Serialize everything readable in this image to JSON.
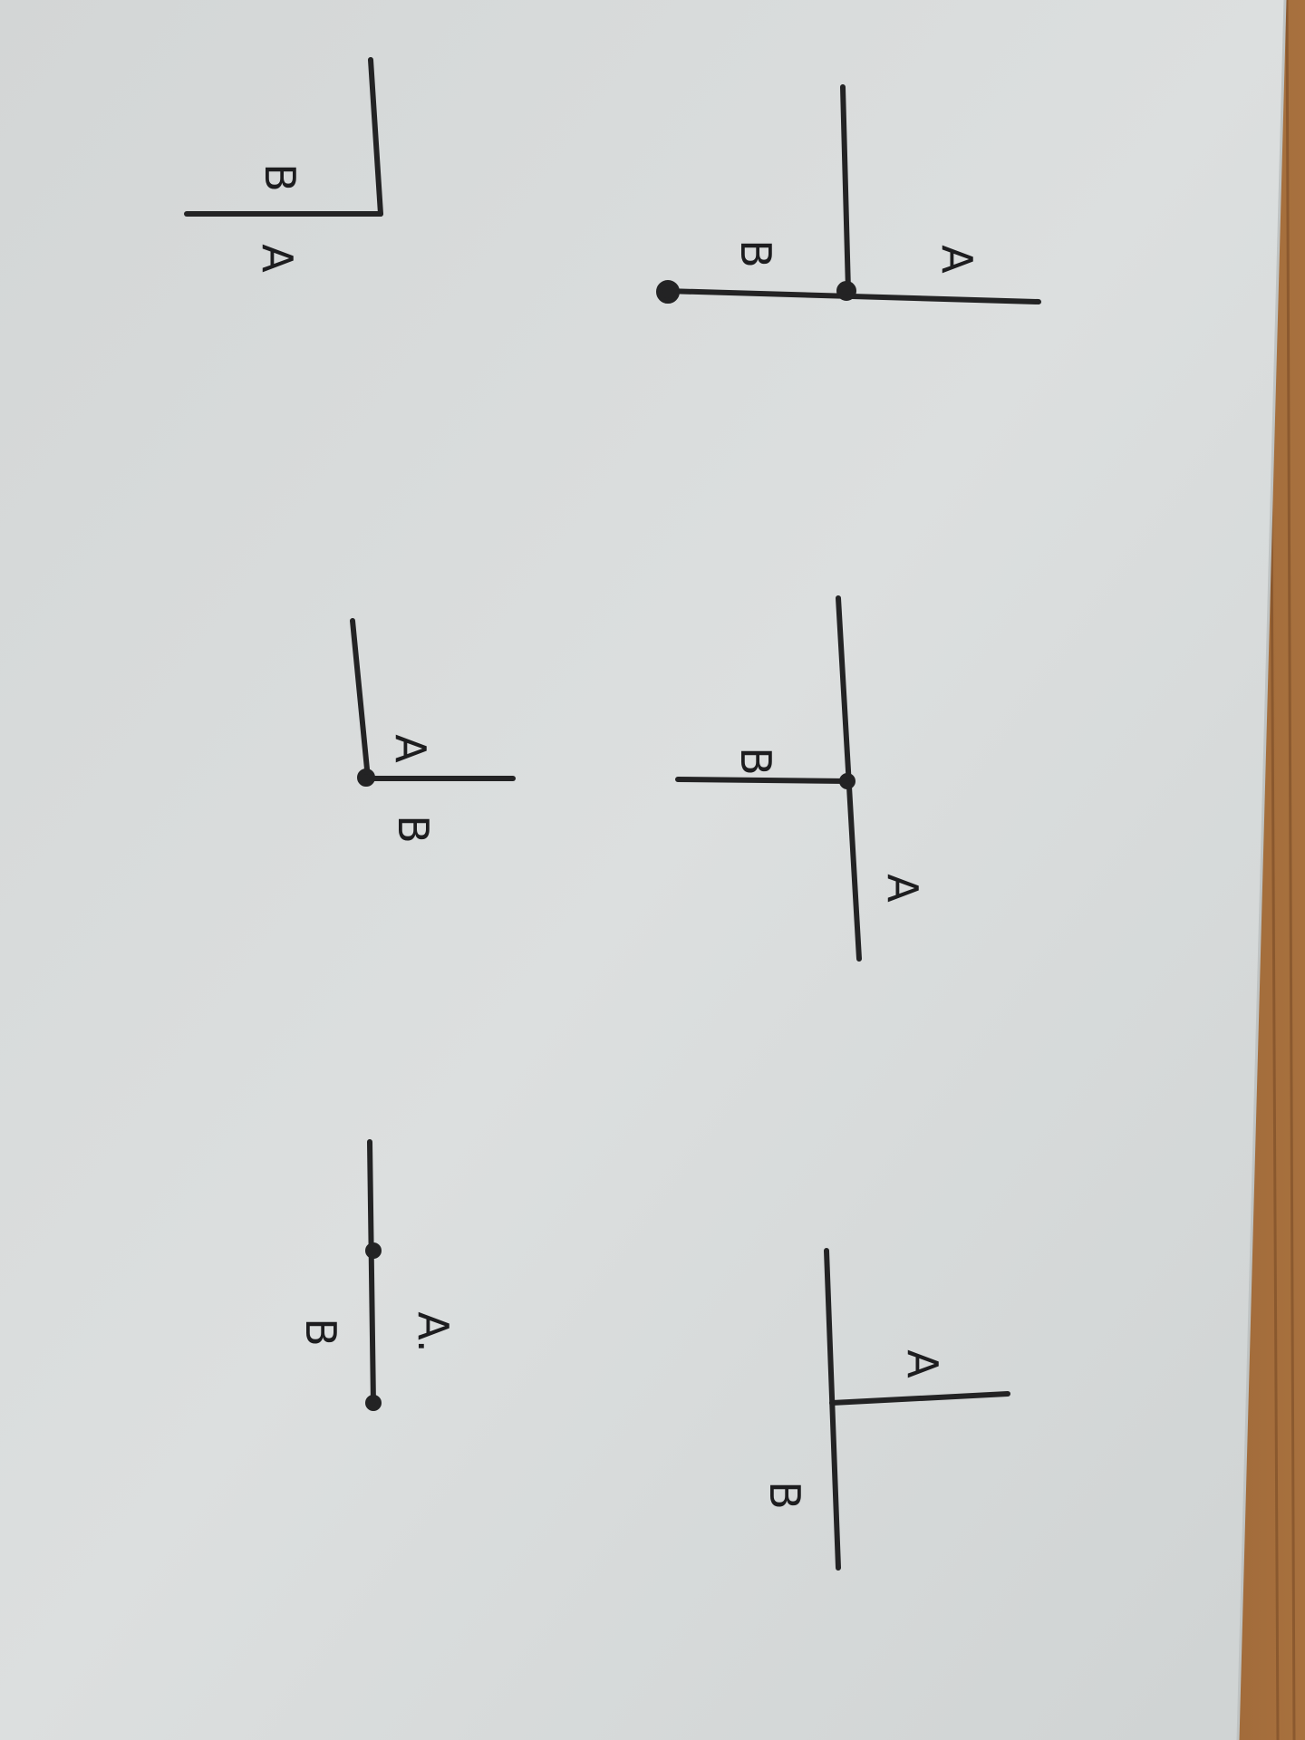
{
  "figures": [
    {
      "id": "fig-1",
      "labels": {
        "b": "B",
        "a": "A"
      }
    },
    {
      "id": "fig-2",
      "labels": {
        "b": "B",
        "a": "A"
      }
    },
    {
      "id": "fig-3",
      "labels": {
        "a": "A",
        "b": "B"
      }
    },
    {
      "id": "fig-4",
      "labels": {
        "b": "B",
        "a": "A"
      }
    },
    {
      "id": "fig-5",
      "labels": {
        "a": "A.",
        "b": "B"
      }
    },
    {
      "id": "fig-6",
      "labels": {
        "a": "A",
        "b": "B"
      }
    }
  ],
  "colors": {
    "paper": "#d9dcdc",
    "paper_shadow": "#c8cccc",
    "ink": "#232324",
    "wood": "#7a4a2c",
    "wood_light": "#a0673b"
  }
}
